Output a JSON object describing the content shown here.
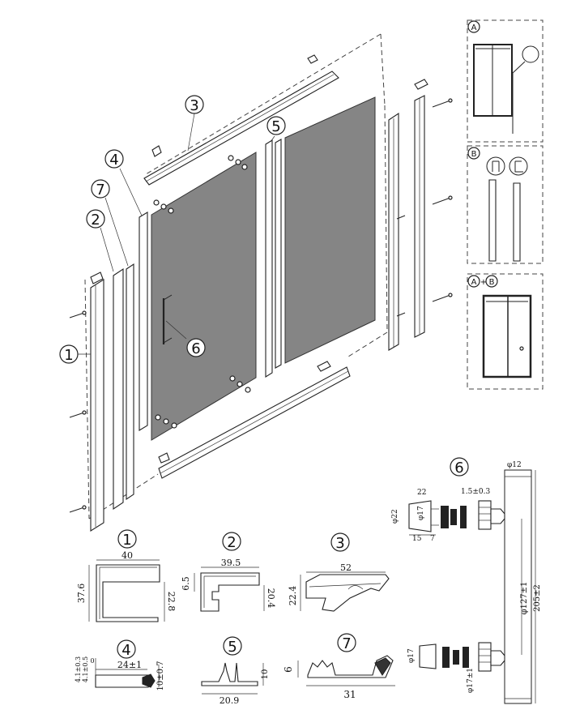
{
  "callouts": {
    "c1": "1",
    "c2": "2",
    "c3": "3",
    "c4": "4",
    "c5": "5",
    "c6": "6",
    "c7": "7"
  },
  "insets": {
    "a": "A",
    "b": "B",
    "ab_left": "A",
    "ab_right": "B",
    "ab_plus": "+"
  },
  "profiles": {
    "p1": {
      "id": "1",
      "width": "40",
      "height": "37.6",
      "inner": "22.8"
    },
    "p2": {
      "id": "2",
      "width": "39.5",
      "left": "6.5",
      "right": "20.4"
    },
    "p3": {
      "id": "3",
      "width": "52",
      "height": "22.4"
    },
    "p4": {
      "id": "4",
      "width": "24±1",
      "height": "10±0.7",
      "small_a": "4.1±0.3",
      "small_b": "4.1±0.5",
      "small_c": "0"
    },
    "p5": {
      "id": "5",
      "width": "20.9",
      "height": "10"
    },
    "p7": {
      "id": "7",
      "width": "31",
      "height": "6"
    }
  },
  "handle": {
    "id": "6",
    "top_diam": "φ12",
    "knob_len": "22",
    "knob_diam": "φ22",
    "knob_inner": "φ17",
    "knob_a": "15",
    "knob_b": "7",
    "spacer": "1.5±0.3",
    "length_inner": "φ127±1",
    "length_total": "205±2",
    "lower_diam": "φ17",
    "lower_pin": "φ17±1"
  },
  "colors": {
    "glass": "#858585",
    "line": "#222222",
    "background": "#ffffff"
  }
}
